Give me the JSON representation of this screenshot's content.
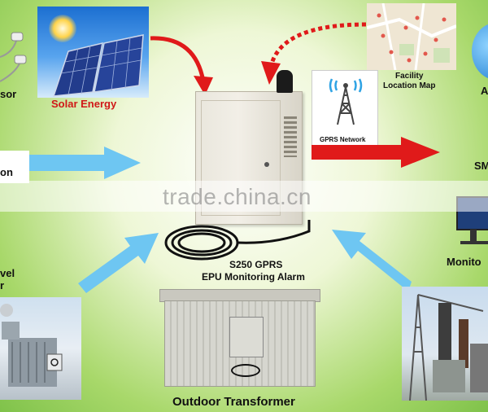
{
  "labels": {
    "sensor": "sor",
    "solar": "Solar Energy",
    "map": "Facility\nLocation Map",
    "gprs": "GPRS Network",
    "sms": "SM",
    "alarm_name_line1": "S250  GPRS",
    "alarm_name_line2": "EPU Monitoring Alarm",
    "left_partial": "on",
    "level_line1": "vel",
    "level_line2": "r",
    "monitor": "Monito",
    "outdoor": "Outdoor Transformer",
    "top_right": "A"
  },
  "watermark": "trade.china.cn",
  "colors": {
    "red_arrow": "#e01a1a",
    "blue_arrow": "#6ec6f2",
    "background_green": "#8cc850",
    "solar_label": "#d01818"
  },
  "icons": [
    "sensor-icon",
    "solar-panel-icon",
    "map-icon",
    "antenna-icon",
    "gprs-tower-icon",
    "monitor-icon",
    "transformer-icon",
    "substation-icon"
  ]
}
